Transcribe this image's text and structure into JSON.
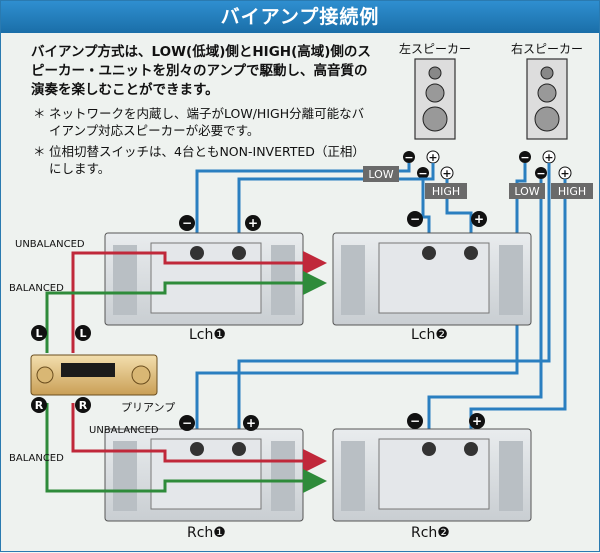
{
  "title": "バイアンプ接続例",
  "intro": "バイアンプ方式は、LOW(低域)側とHIGH(高域)側のスピーカー・ユニットを別々のアンプで駆動し、高音質の演奏を楽しむことができます。",
  "notes": [
    {
      "mark": "＊",
      "text": "ネットワークを内蔵し、端子がLOW/HIGH分離可能なバイアンプ対応スピーカーが必要です。"
    },
    {
      "mark": "＊",
      "text": "位相切替スイッチは、4台ともNON-INVERTED（正相）にします。"
    }
  ],
  "speakers": {
    "left": "左スピーカー",
    "right": "右スピーカー"
  },
  "wire_labels": {
    "low": "LOW",
    "high": "HIGH"
  },
  "terminal_labels": {
    "minus": "−",
    "plus": "+"
  },
  "amps": {
    "lch1": "Lch❶",
    "lch2": "Lch❷",
    "rch1": "Rch❶",
    "rch2": "Rch❷"
  },
  "preamp_label": "プリアンプ",
  "channel_marks": {
    "left": "L",
    "right": "R"
  },
  "signal_labels": {
    "unbalanced": "UNBALANCED",
    "balanced": "BALANCED"
  },
  "colors": {
    "title_bar": "#1f7fc0",
    "speaker_wire": "#2a7fc0",
    "unbalanced_cable": "#c0283a",
    "balanced_cable": "#2e8b3a",
    "label_box": "#6a6a6a"
  }
}
